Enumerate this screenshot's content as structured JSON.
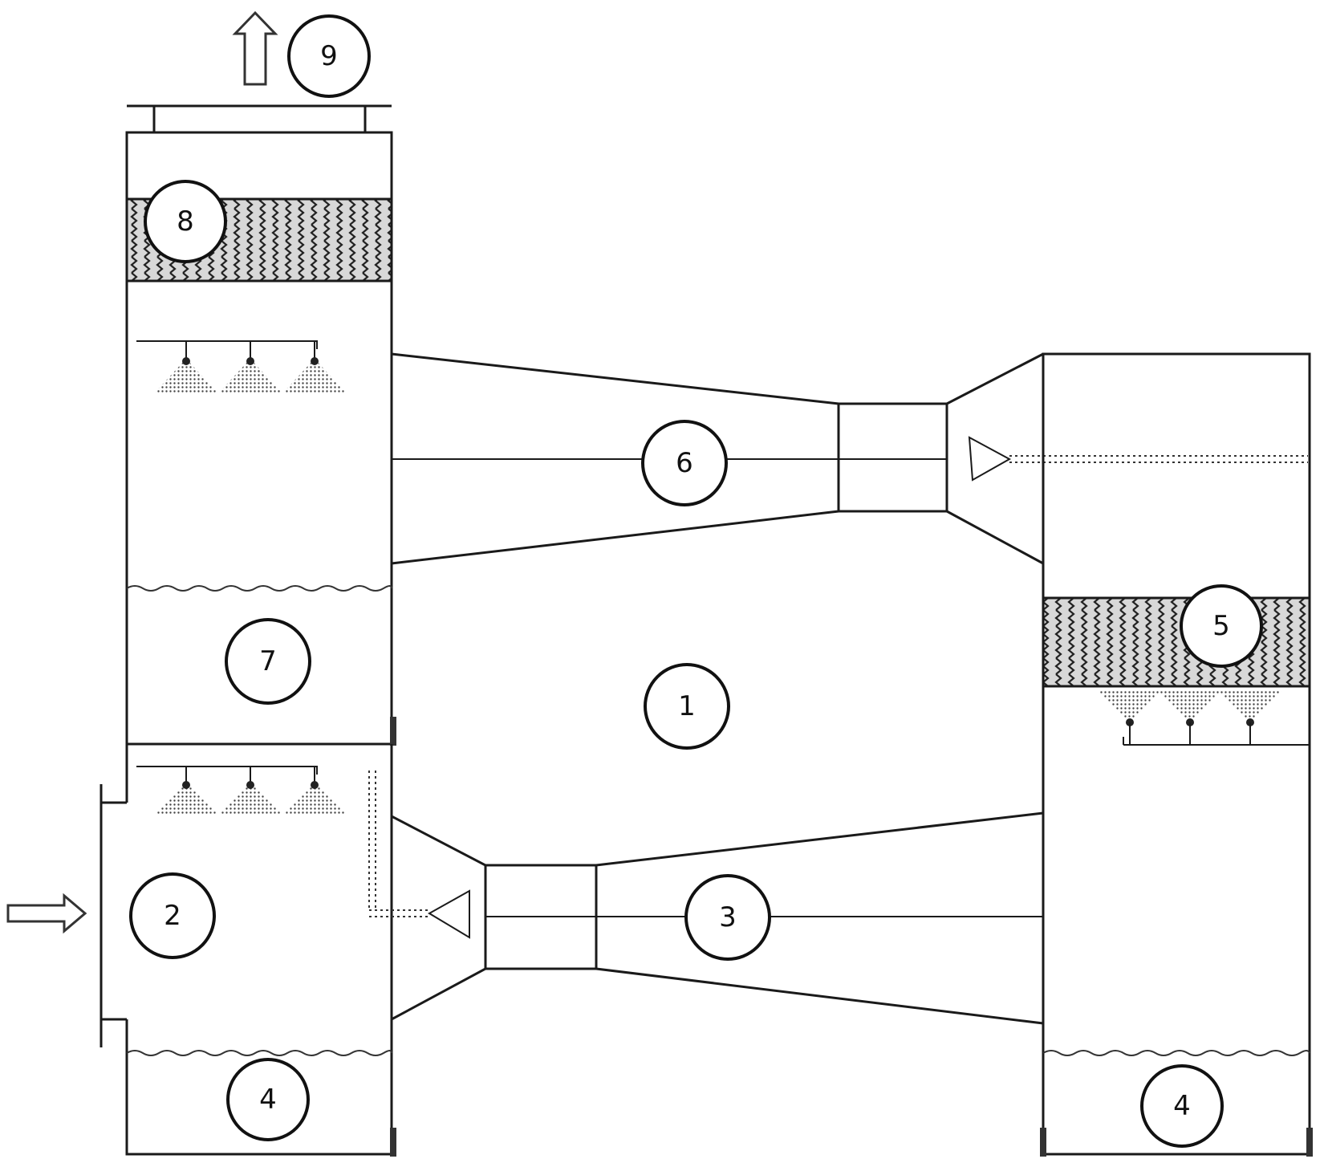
{
  "labels": {
    "l1": "1",
    "l2": "2",
    "l3": "3",
    "l4a": "4",
    "l4b": "4",
    "l5": "5",
    "l6": "6",
    "l7": "7",
    "l8": "8",
    "l9": "9"
  }
}
